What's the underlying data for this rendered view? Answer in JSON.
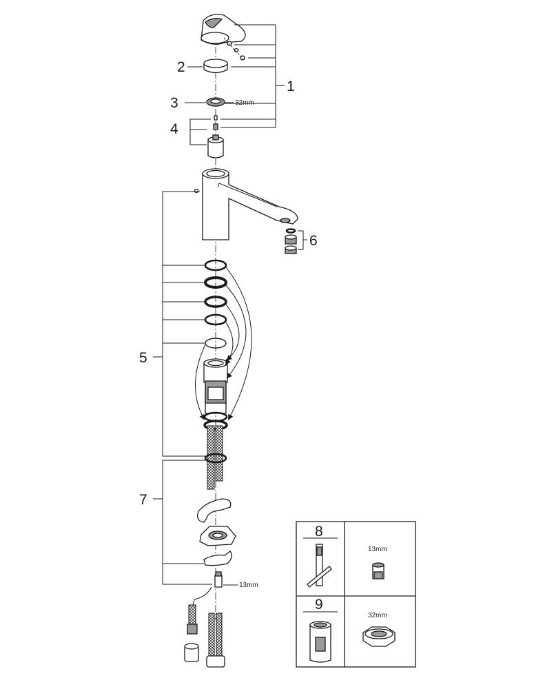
{
  "callouts": {
    "c1": "1",
    "c2": "2",
    "c3": "3",
    "c4": "4",
    "c5": "5",
    "c6": "6",
    "c7": "7",
    "c8": "8",
    "c9": "9"
  },
  "dimensions": {
    "nut_size": "32mm",
    "nipple_size": "13mm",
    "tool_8_size": "13mm",
    "tool_9_size": "32mm"
  }
}
